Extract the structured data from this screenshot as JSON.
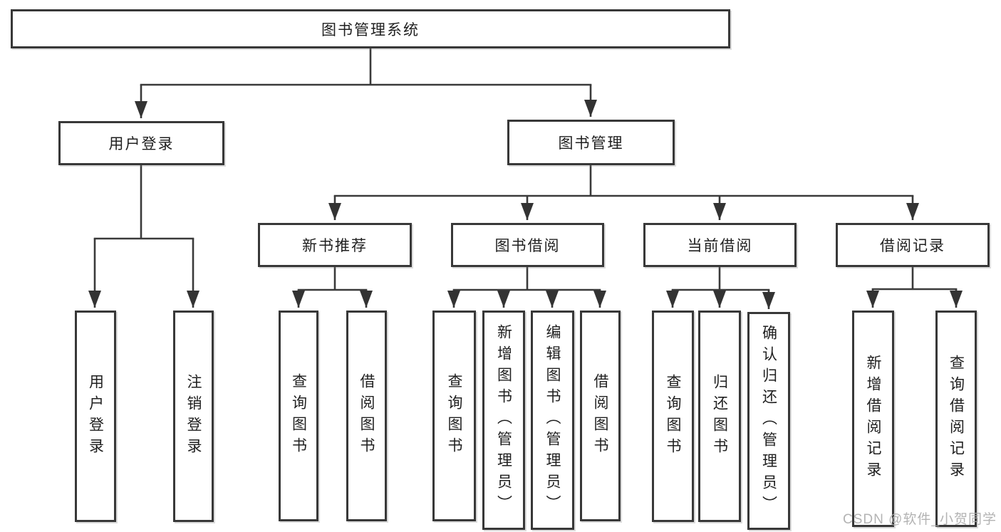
{
  "tree": {
    "label": "图书管理系统",
    "children": [
      {
        "label": "用户登录",
        "children": [
          {
            "label": "用户登录"
          },
          {
            "label": "注销登录"
          }
        ]
      },
      {
        "label": "图书管理",
        "children": [
          {
            "label": "新书推荐",
            "children": [
              {
                "label": "查询图书"
              },
              {
                "label": "借阅图书"
              }
            ]
          },
          {
            "label": "图书借阅",
            "children": [
              {
                "label": "查询图书"
              },
              {
                "label": "新增图书（管理员）"
              },
              {
                "label": "编辑图书（管理员）"
              },
              {
                "label": "借阅图书"
              }
            ]
          },
          {
            "label": "当前借阅",
            "children": [
              {
                "label": "查询图书"
              },
              {
                "label": "归还图书"
              },
              {
                "label": "确认归还（管理员）"
              }
            ]
          },
          {
            "label": "借阅记录",
            "children": [
              {
                "label": "新增借阅记录"
              },
              {
                "label": "查询借阅记录"
              }
            ]
          }
        ]
      }
    ]
  },
  "watermark": "CSDN @软件_小贺同学",
  "colors": {
    "line": "#3a3a3a",
    "border": "#383838",
    "text": "#1f1f1f",
    "watermark": "#ababab",
    "background": "#ffffff"
  }
}
